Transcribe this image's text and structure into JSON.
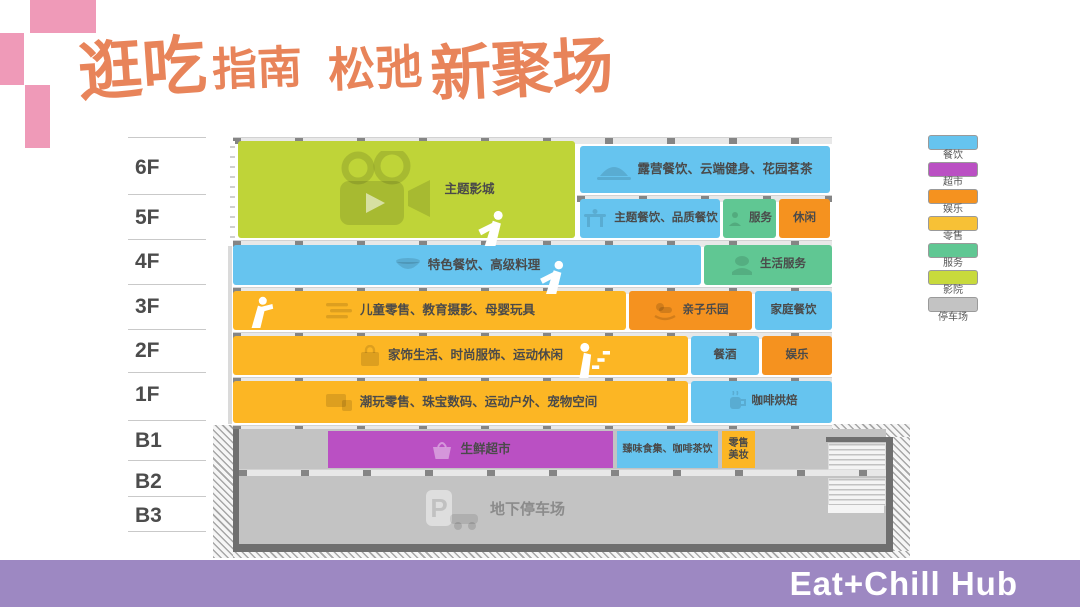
{
  "title": {
    "seg1": "逛吃",
    "seg2": "指南",
    "seg3": "松弛",
    "seg4": "新聚场"
  },
  "colors": {
    "dining": "#66c4ef",
    "supermarket": "#ba50c3",
    "entertainment": "#f5921f",
    "retail": "#fcb624",
    "service": "#60c793",
    "cinema": "#bfd438",
    "parking": "#c3c3c3",
    "accent_pink": "#ef9ab8",
    "title_orange": "#e8845a",
    "footer_purple": "#9d88c2"
  },
  "floors": {
    "labels": [
      "6F",
      "5F",
      "4F",
      "3F",
      "2F",
      "1F",
      "B1",
      "B2",
      "B3"
    ]
  },
  "blocks": {
    "cinema": {
      "label": "主题影城"
    },
    "f6_dining": {
      "label": "露营餐饮、云端健身、花园茗茶"
    },
    "f5_dining": {
      "label": "主题餐饮、品质餐饮"
    },
    "f5_service": {
      "label": "服务"
    },
    "f5_leisure": {
      "label": "休闲"
    },
    "f4_dining": {
      "label": "特色餐饮、高级料理"
    },
    "f4_service": {
      "label": "生活服务"
    },
    "f3_retail": {
      "label": "儿童零售、教育摄影、母婴玩具"
    },
    "f3_kids": {
      "label": "亲子乐园"
    },
    "f3_dining": {
      "label": "家庭餐饮"
    },
    "f2_retail": {
      "label": "家饰生活、时尚服饰、运动休闲"
    },
    "f2_dining": {
      "label": "餐酒"
    },
    "f2_ent": {
      "label": "娱乐"
    },
    "f1_retail": {
      "label": "潮玩零售、珠宝数码、运动户外、宠物空间"
    },
    "f1_coffee": {
      "label": "咖啡烘焙"
    },
    "b1_market": {
      "label": "生鲜超市"
    },
    "b1_food": {
      "label": "臻味食集、咖啡茶饮"
    },
    "b1_beauty": {
      "label": "零售美妆"
    },
    "parking": {
      "label": "地下停车场"
    }
  },
  "legend": {
    "items": [
      {
        "label": "餐饮",
        "color": "#66c4ef"
      },
      {
        "label": "超市",
        "color": "#ba50c3"
      },
      {
        "label": "娱乐",
        "color": "#f5921f"
      },
      {
        "label": "零售",
        "color": "#f7c136"
      },
      {
        "label": "服务",
        "color": "#60c793"
      },
      {
        "label": "影院",
        "color": "#c8da3c"
      },
      {
        "label": "停车场",
        "color": "#c3c3c3"
      }
    ]
  },
  "footer": {
    "brand": "Eat+Chill Hub"
  }
}
